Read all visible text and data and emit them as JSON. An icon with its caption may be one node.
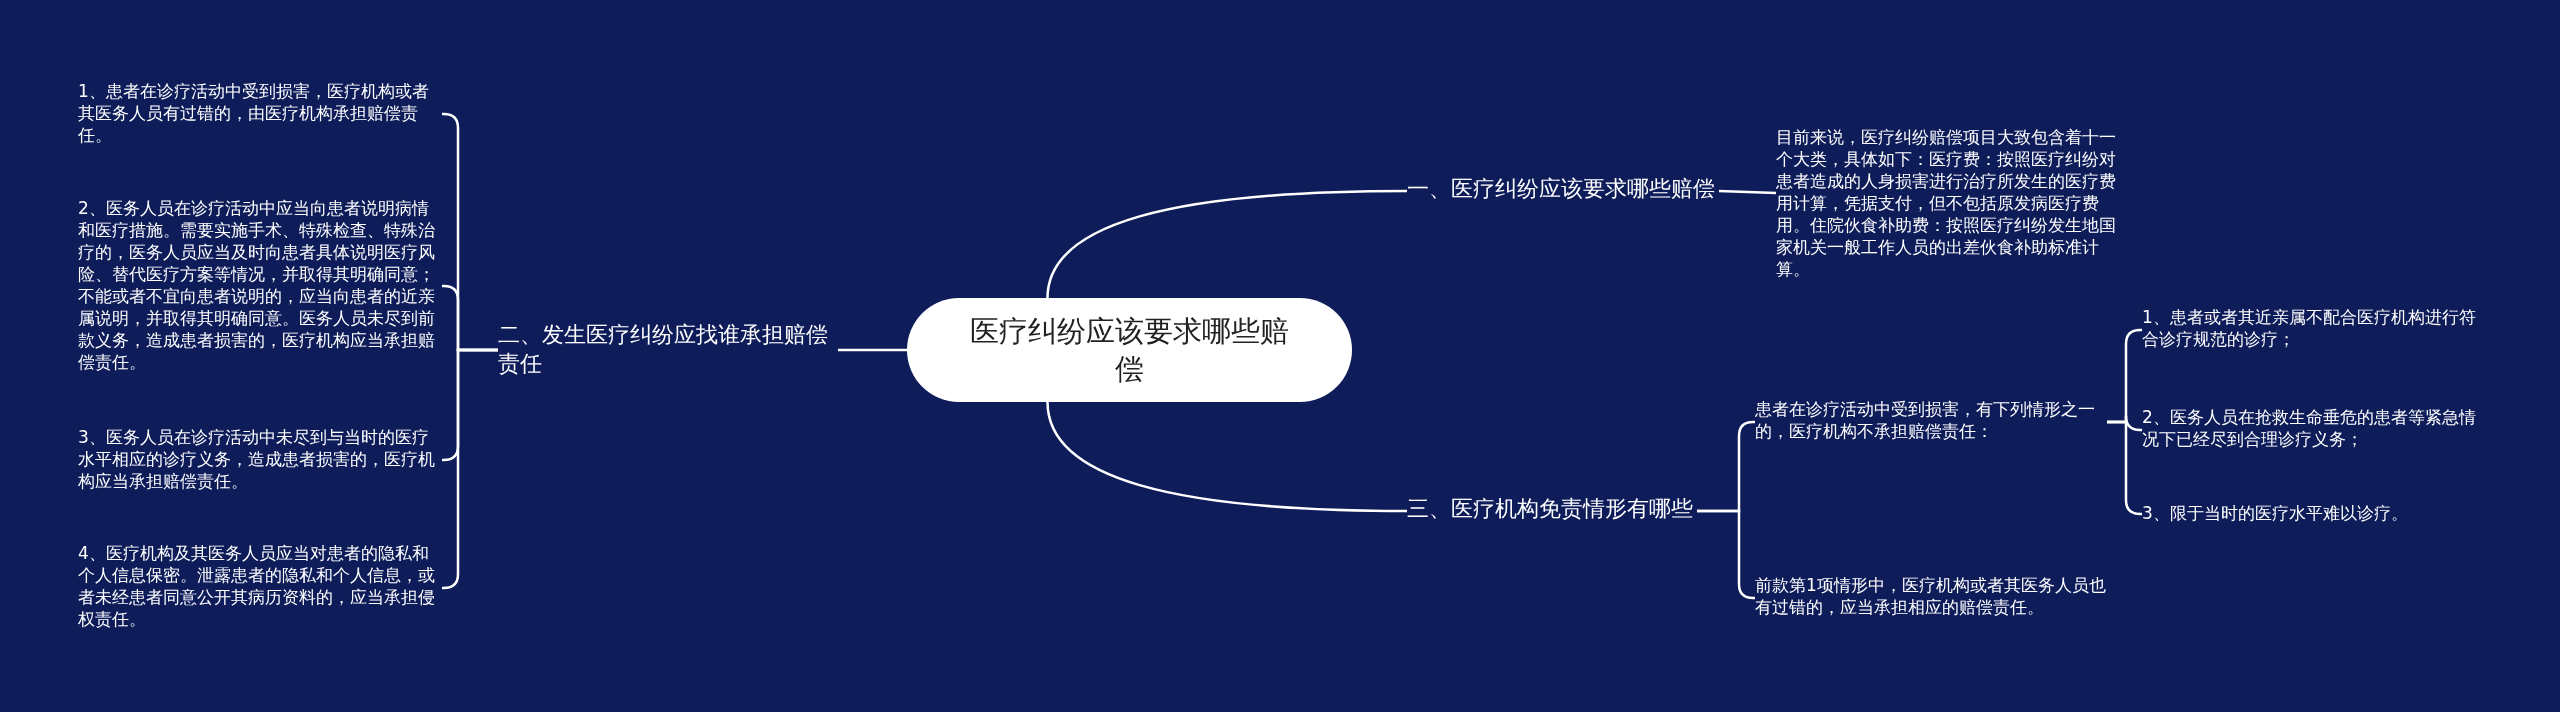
{
  "diagram": {
    "nodes": [
      {
        "text": [
          "医疗纠纷应该要求哪些赔偿"
        ]
      },
      {
        "text": [
          "一、医疗纠纷应该要求哪些赔偿"
        ]
      },
      {
        "text": [
          "目前来说，医疗纠纷赔偿项目大致包含着十一个大类，具体如下：医疗费：按照医疗纠纷对患者造成的人身损害进行治疗所发生的医疗费用计算，凭据支付，但不包括原发病医疗费用。住院伙食补助费：按照医疗纠纷发生地国家机关一般工作人员的出差伙食补助标准计算。"
        ]
      },
      {
        "text": [
          "二、发生医疗纠纷应找谁承担赔偿责任"
        ]
      },
      {
        "text": [
          "1、患者在诊疗活动中受到损害，医疗机构或者其医务人员有过错的，由医疗机构承担赔偿责任。"
        ]
      },
      {
        "text": [
          "2、医务人员在诊疗活动中应当向患者说明病情和医疗措施。需要实施手术、特殊检查、特殊治疗的，医务人员应当及时向患者具体说明医疗风险、替代医疗方案等情况，并取得其明确同意；不能或者不宜向患者说明的，应当向患者的近亲属说明，并取得其明确同意。医务人员未尽到前款义务，造成患者损害的，医疗机构应当承担赔偿责任。"
        ]
      },
      {
        "text": [
          "3、医务人员在诊疗活动中未尽到与当时的医疗水平相应的诊疗义务，造成患者损害的，医疗机构应当承担赔偿责任。"
        ]
      },
      {
        "text": [
          "4、医疗机构及其医务人员应当对患者的隐私和个人信息保密。泄露患者的隐私和个人信息，或者未经患者同意公开其病历资料的，应当承担侵权责任。"
        ]
      },
      {
        "text": [
          "三、医疗机构免责情形有哪些"
        ]
      },
      {
        "text": [
          "患者在诊疗活动中受到损害，有下列情形之一的，医疗机构不承担赔偿责任："
        ]
      },
      {
        "text": [
          "前款第1项情形中，医疗机构或者其医务人员也有过错的，应当承担相应的赔偿责任。"
        ]
      },
      {
        "text": [
          "1、患者或者其近亲属不配合医疗机构进行符合诊疗规范的诊疗；"
        ]
      },
      {
        "text": [
          "2、医务人员在抢救生命垂危的患者等紧急情况下已经尽到合理诊疗义务；"
        ]
      },
      {
        "text": [
          "3、限于当时的医疗水平难以诊疗。"
        ]
      }
    ],
    "edges": [
      {
        "from": 0,
        "to": 1,
        "arrow": "none"
      },
      {
        "from": 1,
        "to": 2,
        "arrow": "none"
      },
      {
        "from": 0,
        "to": 3,
        "arrow": "none"
      },
      {
        "from": 3,
        "to": 4,
        "arrow": "none"
      },
      {
        "from": 3,
        "to": 5,
        "arrow": "none"
      },
      {
        "from": 3,
        "to": 6,
        "arrow": "none"
      },
      {
        "from": 3,
        "to": 7,
        "arrow": "none"
      },
      {
        "from": 0,
        "to": 8,
        "arrow": "none"
      },
      {
        "from": 8,
        "to": 9,
        "arrow": "none"
      },
      {
        "from": 8,
        "to": 10,
        "arrow": "none"
      },
      {
        "from": 9,
        "to": 11,
        "arrow": "none"
      },
      {
        "from": 9,
        "to": 12,
        "arrow": "none"
      },
      {
        "from": 9,
        "to": 13,
        "arrow": "none"
      }
    ]
  }
}
